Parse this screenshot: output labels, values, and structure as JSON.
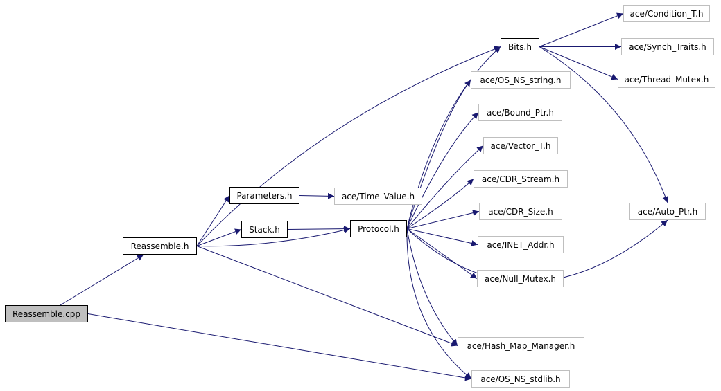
{
  "graph": {
    "colors": {
      "edge": "#191970",
      "external_border": "#bfbfbf",
      "internal_border": "#000000",
      "root_fill": "#bfbfbf"
    },
    "nodes": {
      "reassemble_cpp": "Reassemble.cpp",
      "reassemble_h": "Reassemble.h",
      "parameters_h": "Parameters.h",
      "stack_h": "Stack.h",
      "protocol_h": "Protocol.h",
      "bits_h": "Bits.h",
      "time_value_h": "ace/Time_Value.h",
      "condition_t_h": "ace/Condition_T.h",
      "synch_traits_h": "ace/Synch_Traits.h",
      "thread_mutex_h": "ace/Thread_Mutex.h",
      "os_ns_string_h": "ace/OS_NS_string.h",
      "bound_ptr_h": "ace/Bound_Ptr.h",
      "vector_t_h": "ace/Vector_T.h",
      "cdr_stream_h": "ace/CDR_Stream.h",
      "cdr_size_h": "ace/CDR_Size.h",
      "inet_addr_h": "ace/INET_Addr.h",
      "null_mutex_h": "ace/Null_Mutex.h",
      "auto_ptr_h": "ace/Auto_Ptr.h",
      "hash_map_manager_h": "ace/Hash_Map_Manager.h",
      "os_ns_stdlib_h": "ace/OS_NS_stdlib.h"
    },
    "edges": [
      [
        "reassemble_cpp",
        "reassemble_h"
      ],
      [
        "reassemble_cpp",
        "os_ns_stdlib_h"
      ],
      [
        "reassemble_h",
        "bits_h"
      ],
      [
        "reassemble_h",
        "parameters_h"
      ],
      [
        "reassemble_h",
        "stack_h"
      ],
      [
        "reassemble_h",
        "protocol_h"
      ],
      [
        "reassemble_h",
        "hash_map_manager_h"
      ],
      [
        "parameters_h",
        "time_value_h"
      ],
      [
        "stack_h",
        "protocol_h"
      ],
      [
        "protocol_h",
        "bits_h"
      ],
      [
        "protocol_h",
        "os_ns_string_h"
      ],
      [
        "protocol_h",
        "bound_ptr_h"
      ],
      [
        "protocol_h",
        "vector_t_h"
      ],
      [
        "protocol_h",
        "cdr_stream_h"
      ],
      [
        "protocol_h",
        "cdr_size_h"
      ],
      [
        "protocol_h",
        "inet_addr_h"
      ],
      [
        "protocol_h",
        "null_mutex_h"
      ],
      [
        "protocol_h",
        "auto_ptr_h"
      ],
      [
        "protocol_h",
        "hash_map_manager_h"
      ],
      [
        "protocol_h",
        "os_ns_stdlib_h"
      ],
      [
        "bits_h",
        "condition_t_h"
      ],
      [
        "bits_h",
        "synch_traits_h"
      ],
      [
        "bits_h",
        "thread_mutex_h"
      ],
      [
        "bits_h",
        "auto_ptr_h"
      ]
    ]
  }
}
